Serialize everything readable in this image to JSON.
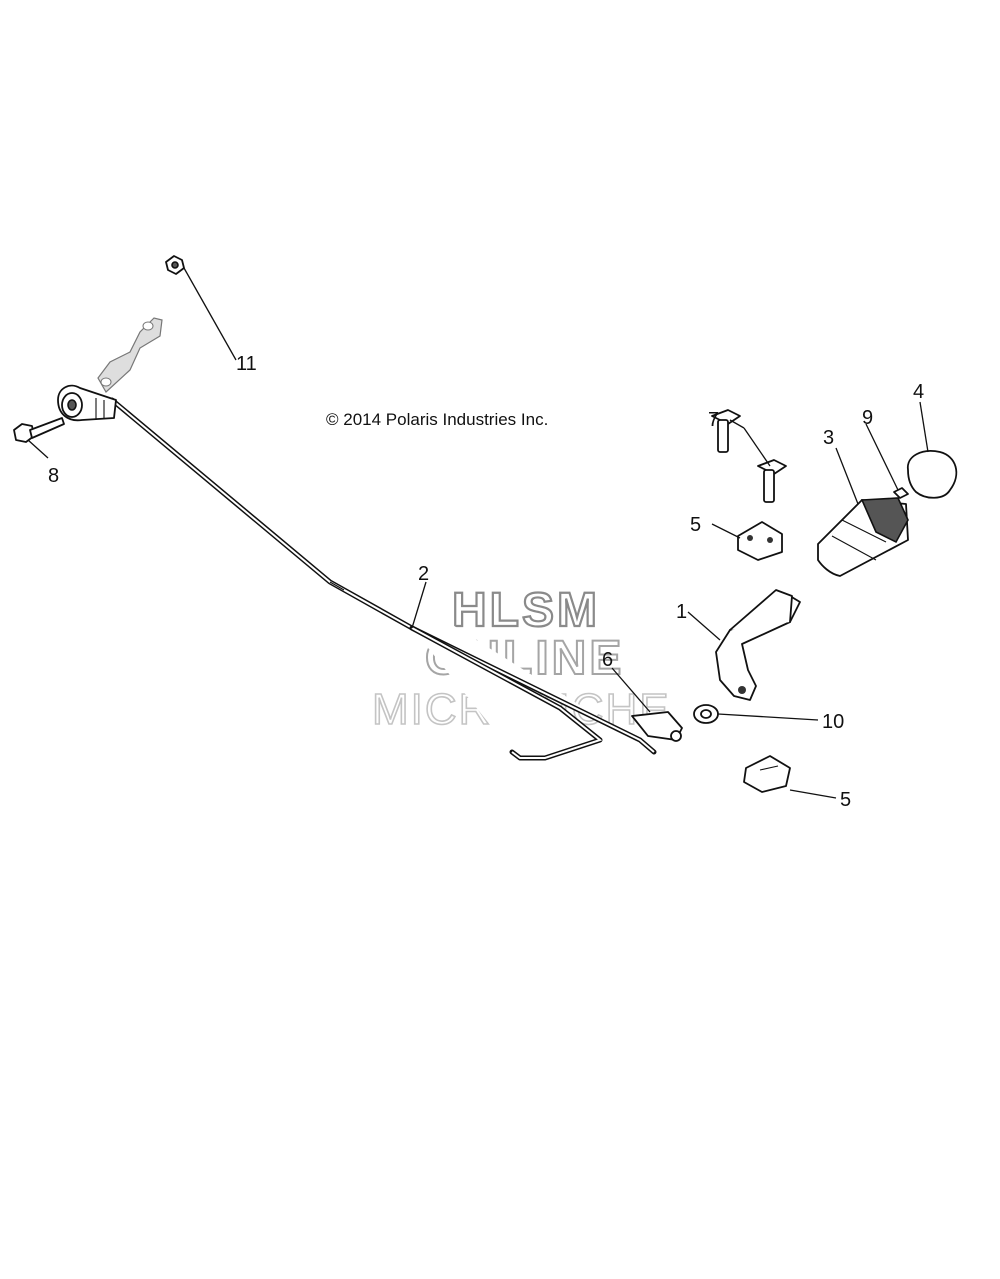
{
  "copyright": "© 2014 Polaris Industries Inc.",
  "watermark": {
    "line1": "HLSM",
    "line2": "ONLINE",
    "line3": "MICROFICHE"
  },
  "callouts": [
    {
      "id": "1",
      "label": "1"
    },
    {
      "id": "2",
      "label": "2"
    },
    {
      "id": "3",
      "label": "3"
    },
    {
      "id": "4",
      "label": "4"
    },
    {
      "id": "5a",
      "label": "5"
    },
    {
      "id": "5b",
      "label": "5"
    },
    {
      "id": "6",
      "label": "6"
    },
    {
      "id": "7",
      "label": "7"
    },
    {
      "id": "8",
      "label": "8"
    },
    {
      "id": "9",
      "label": "9"
    },
    {
      "id": "10",
      "label": "10"
    },
    {
      "id": "11",
      "label": "11"
    }
  ]
}
